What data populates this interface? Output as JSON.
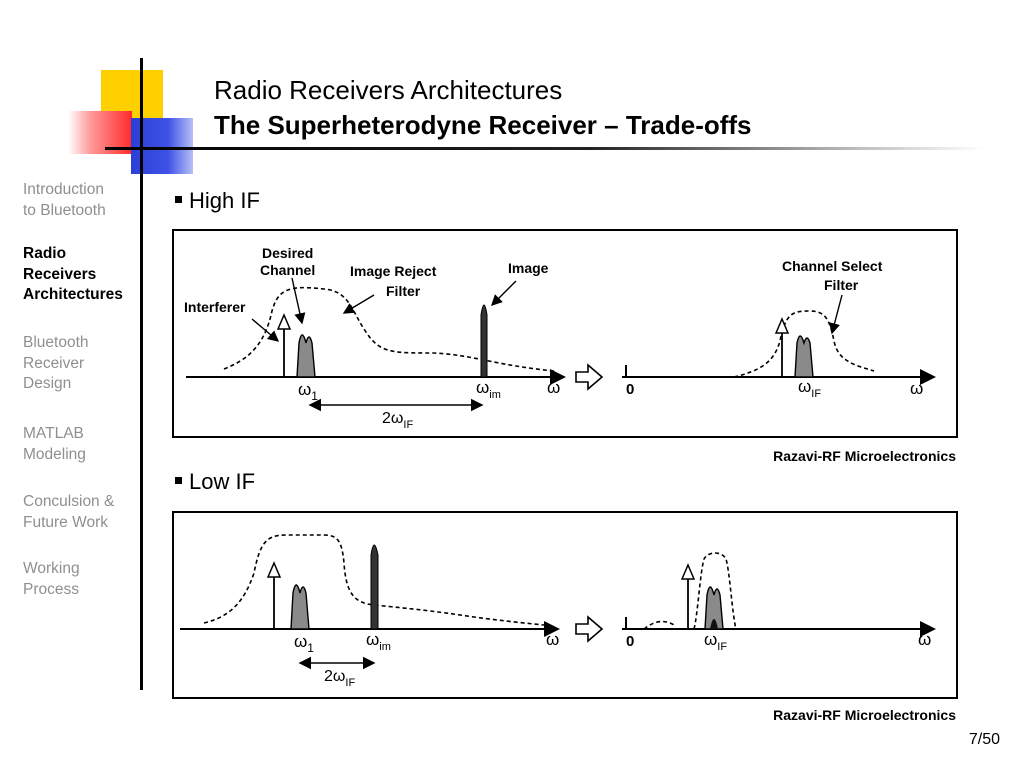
{
  "title": {
    "line1": "Radio Receivers Architectures",
    "line2": "The Superheterodyne Receiver – Trade-offs"
  },
  "nav": {
    "items": [
      {
        "lines": [
          "Introduction",
          "to Bluetooth"
        ],
        "active": false
      },
      {
        "lines": [
          "Radio",
          "Receivers",
          "Architectures"
        ],
        "active": true
      },
      {
        "lines": [
          "Bluetooth",
          "Receiver",
          "Design"
        ],
        "active": false
      },
      {
        "lines": [
          "MATLAB",
          "Modeling"
        ],
        "active": false
      },
      {
        "lines": [
          "Conculsion &",
          "Future Work"
        ],
        "active": false
      },
      {
        "lines": [
          "Working",
          "Process"
        ],
        "active": false
      }
    ]
  },
  "sections": {
    "high_if": {
      "bullet": "High IF",
      "caption": "Razavi-RF Microelectronics",
      "labels": {
        "desired_channel": [
          "Desired",
          "Channel"
        ],
        "image_reject_filter": [
          "Image Reject",
          "Filter"
        ],
        "image": "Image",
        "interferer": "Interferer",
        "channel_select_filter": [
          "Channel Select",
          "Filter"
        ],
        "omega": "ω",
        "omega_1_sub": "1",
        "omega_im_sub": "im",
        "omega_if_sub": "IF",
        "two_omega_if": "2ω",
        "zero": "0"
      }
    },
    "low_if": {
      "bullet": "Low IF",
      "caption": "Razavi-RF Microelectronics",
      "labels": {
        "omega": "ω",
        "omega_1_sub": "1",
        "omega_im_sub": "im",
        "omega_if_sub": "IF",
        "two_omega_if": "2ω",
        "zero": "0"
      }
    }
  },
  "page_number": "7/50",
  "colors": {
    "accent_yellow": "#ffd000",
    "accent_red": "#ff2a2a",
    "accent_blue": "#2b3fd6",
    "nav_inactive": "#8f8f8f"
  }
}
